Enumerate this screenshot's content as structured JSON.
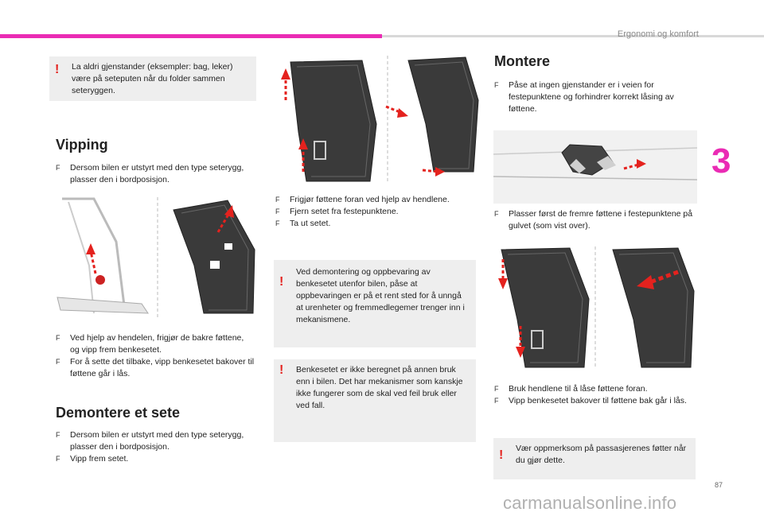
{
  "header": {
    "title": "Ergonomi og komfort"
  },
  "chapter": "3",
  "page_number": "87",
  "watermark": "carmanualsonline.info",
  "notes": {
    "warning_objects": "La aldri gjenstander (eksempler: bag, leker) være på seteputen når du folder sammen seteryggen.",
    "warning_storage": "Ved demontering og oppbevaring av benkesetet utenfor bilen, påse at oppbevaringen er på et rent sted for å unngå at urenheter og fremmedlegemer trenger inn i mekanismene.",
    "warning_not_designed": "Benkesetet er ikke beregnet på annen bruk enn i bilen. Det har mekanismer som kanskje ikke fungerer som de skal ved feil bruk eller ved fall.",
    "warning_passengers": "Vær oppmerksom på passasjerenes føtter når du gjør dette."
  },
  "sections": {
    "vipping": {
      "title": "Vipping",
      "intro": [
        "Dersom bilen er utstyrt med den type seterygg, plasser den i bordposisjon."
      ],
      "steps": [
        "Ved hjelp av hendelen, frigjør de bakre føttene, og vipp frem benkesetet.",
        "For å sette det tilbake, vipp benkesetet bakover til føttene går i lås."
      ]
    },
    "demontere": {
      "title": "Demontere et sete",
      "steps": [
        "Dersom bilen er utstyrt med den type seterygg, plasser den i bordposisjon.",
        "Vipp frem setet."
      ],
      "steps_cont": [
        "Frigjør føttene foran ved hjelp av hendlene.",
        "Fjern setet fra festepunktene.",
        "Ta ut setet."
      ]
    },
    "montere": {
      "title": "Montere",
      "steps_1": [
        "Påse at ingen gjenstander er i veien for festepunktene og forhindrer korrekt låsing av føttene."
      ],
      "steps_2": [
        "Plasser først de fremre føttene i festepunktene på gulvet (som vist over)."
      ],
      "steps_3": [
        "Bruk hendlene til å låse føttene foran.",
        "Vipp benkesetet bakover til føttene bak går i lås."
      ]
    }
  },
  "bullet_mark": "F",
  "colors": {
    "accent": "#ea2bb4",
    "warning": "#e4221e",
    "note_bg": "#eeeeee"
  }
}
